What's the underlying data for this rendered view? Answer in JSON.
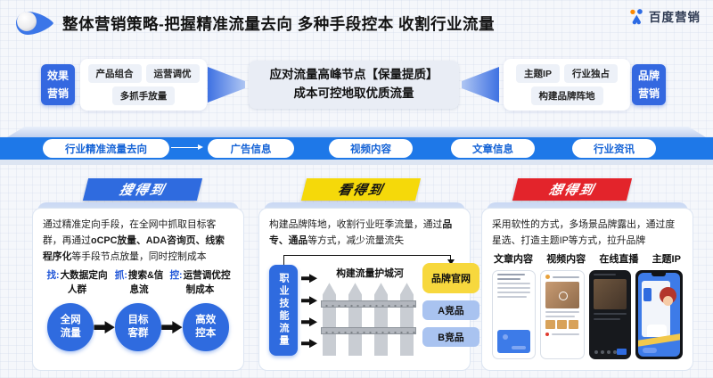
{
  "header": {
    "title": "整体营销策略-把握精准流量去向 多种手段控本 收割行业流量",
    "brand": "百度营销"
  },
  "top_band": {
    "left_tag": "效果营销",
    "left_pills": [
      "产品组合",
      "运营调优",
      "多抓手放量"
    ],
    "center": {
      "line1": "应对流量高峰节点【保量提质】",
      "line2": "成本可控地取优质流量"
    },
    "right_pills": [
      "主题IP",
      "行业独占",
      "构建品牌阵地"
    ],
    "right_tag": "品牌营销"
  },
  "ribbon": {
    "pills": [
      "行业精准流量去向",
      "广告信息",
      "视频内容",
      "文章信息",
      "行业资讯"
    ]
  },
  "columns": {
    "search": {
      "header": "搜得到",
      "para": {
        "p1": "通过精准定向手段，在全网中抓取目标客群，再通过",
        "b1": "oCPC放量、ADA咨询页、线索程序化",
        "p2": "等手段节点放量，同时控制成本"
      },
      "steps": [
        {
          "prefix": "找:",
          "text": "大数据定向人群"
        },
        {
          "prefix": "抓:",
          "text": "搜索&信息流"
        },
        {
          "prefix": "控:",
          "text": "运营调优控制成本"
        }
      ],
      "circles": [
        "全网流量",
        "目标客群",
        "高效控本"
      ]
    },
    "see": {
      "header": "看得到",
      "para": {
        "p1": "构建品牌阵地，收割行业旺季流量，通过",
        "b1": "品专、通品",
        "p2": "等方式，减少流量流失"
      },
      "source": "职业技能流量",
      "fence_label": "构建流量护城河",
      "targets": [
        "品牌官网",
        "A竞品",
        "B竞品"
      ]
    },
    "think": {
      "header": "想得到",
      "para": {
        "p1": "采用软性的方式，多场景品牌露出，通过度星选、打造主题IP等方式，拉升品牌"
      },
      "labels": [
        "文章内容",
        "视频内容",
        "在线直播",
        "主题IP"
      ]
    }
  },
  "colors": {
    "accent_blue": "#2F6BDF",
    "ribbon_blue": "#1E78E8",
    "header_yellow": "#F5D90A",
    "header_red": "#E3242B",
    "brand_yellow": "#F7D83D"
  }
}
